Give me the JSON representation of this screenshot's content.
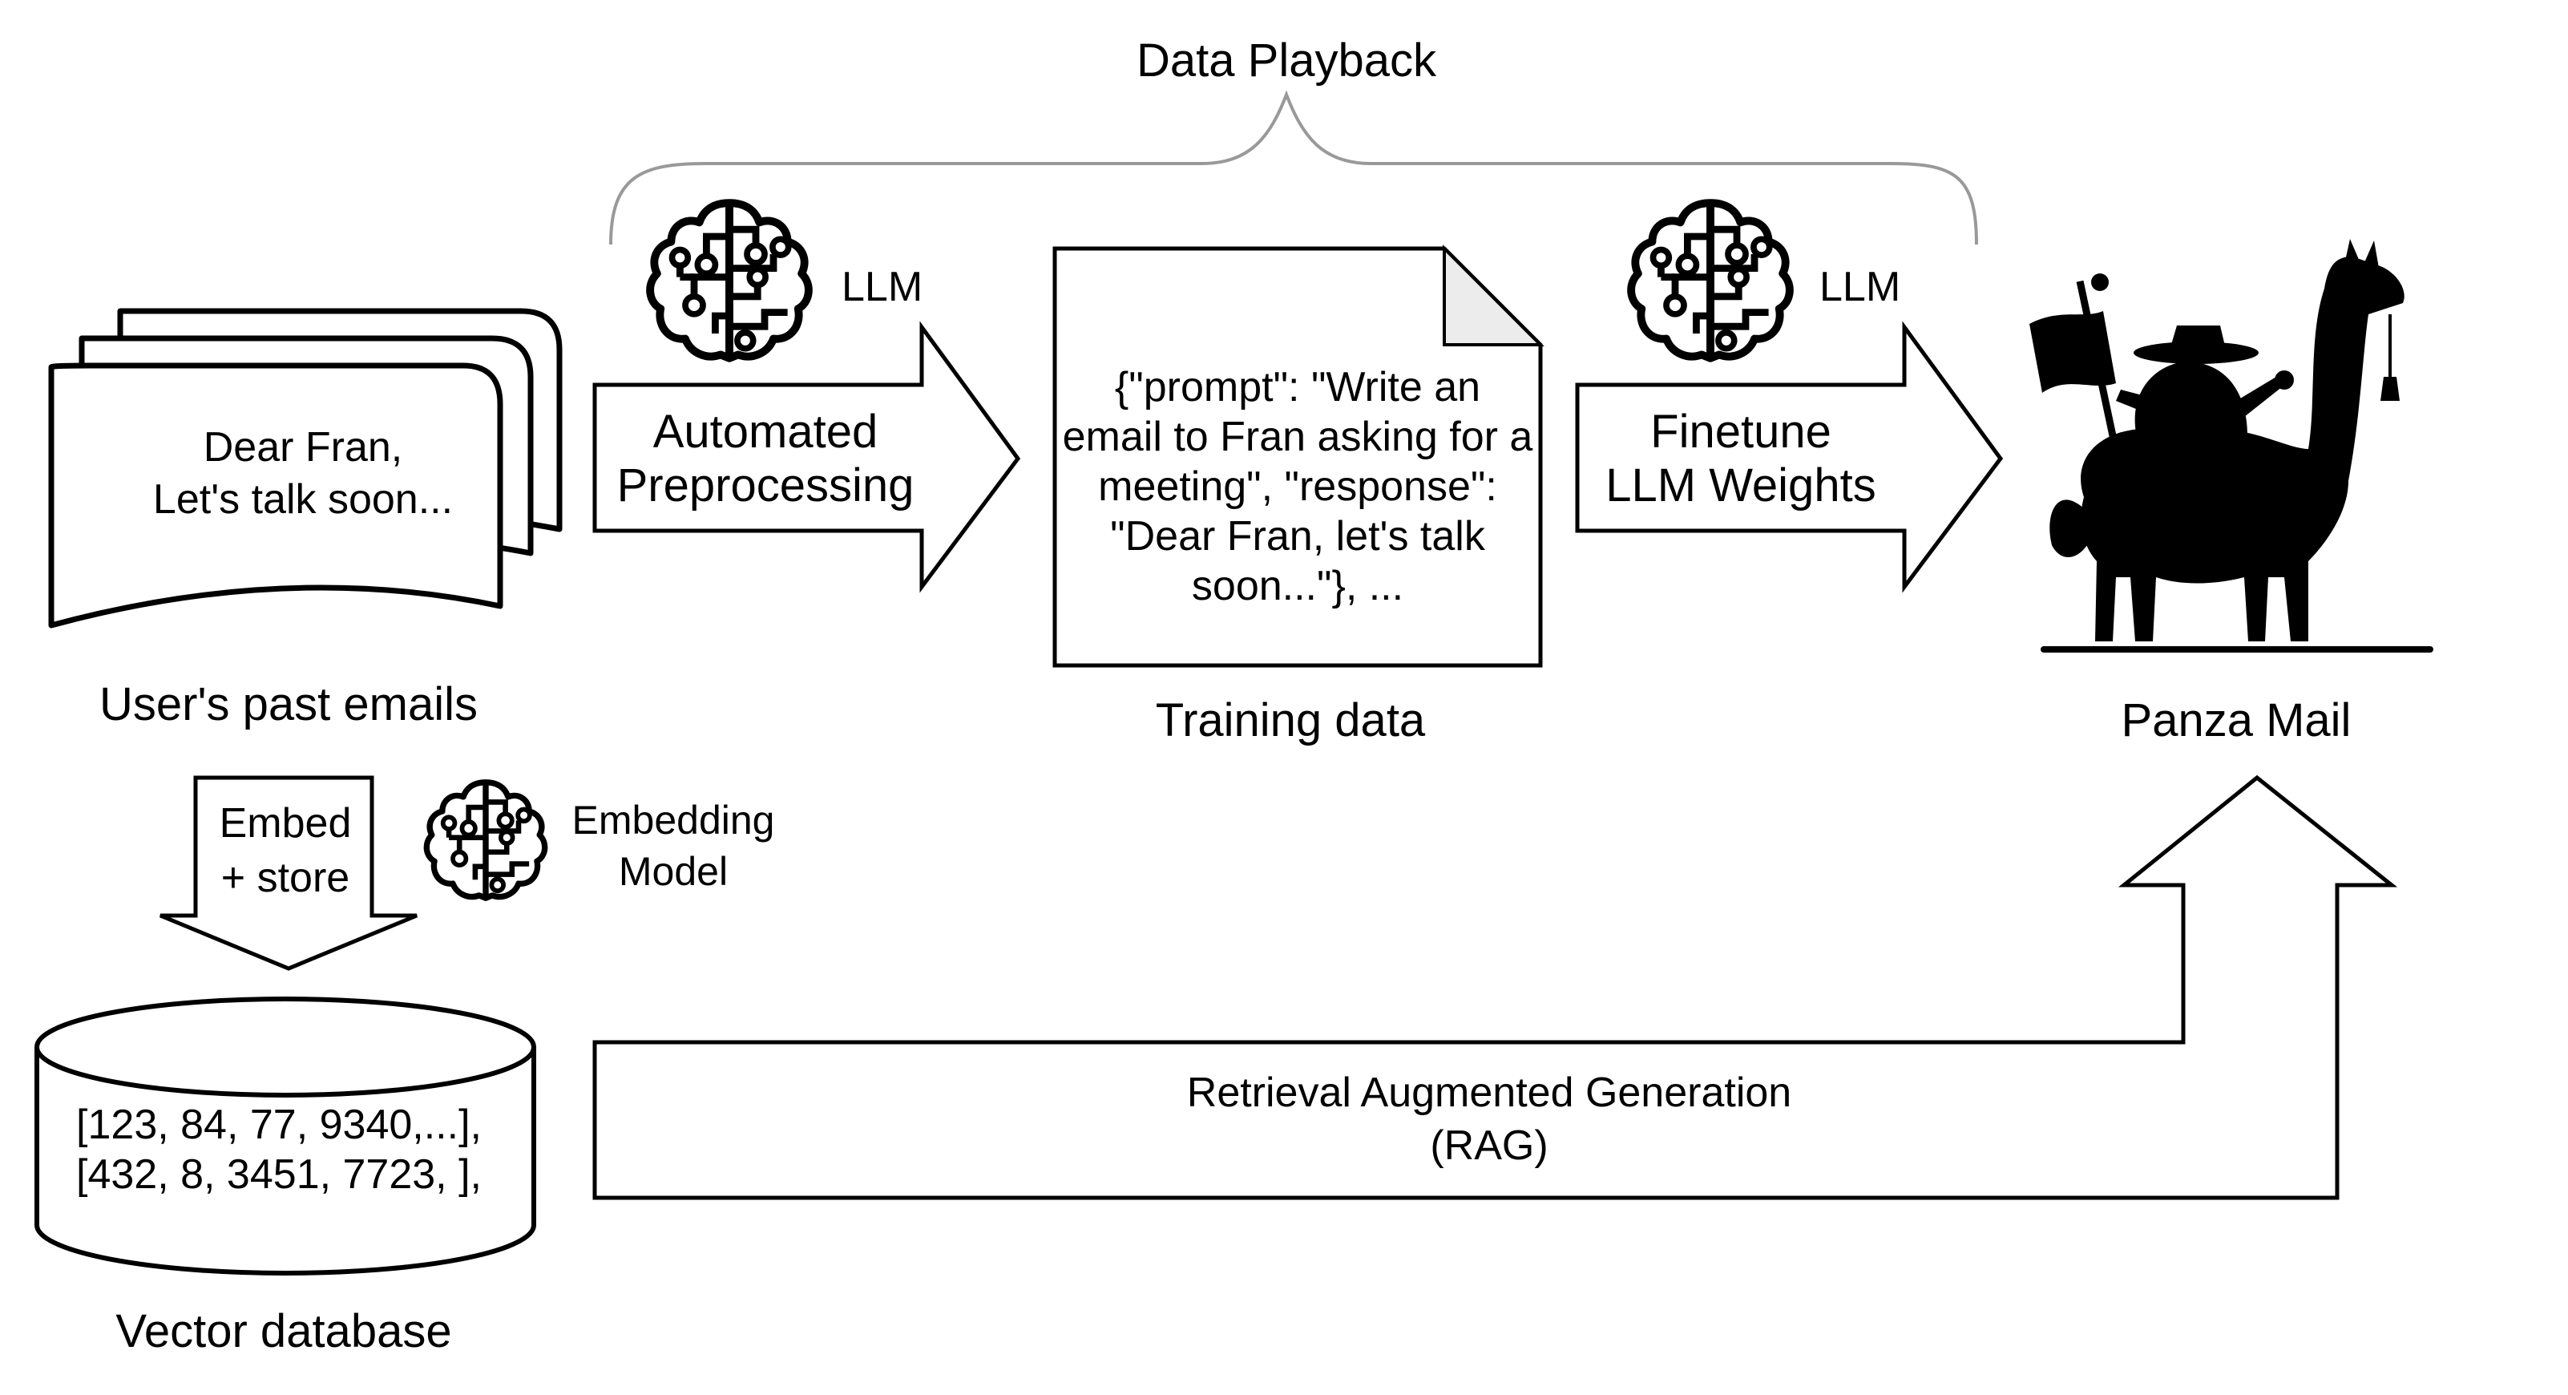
{
  "header": {
    "bracket_label": "Data Playback"
  },
  "emails": {
    "greeting": "Dear Fran,",
    "body": "Let's talk soon...",
    "caption": "User's past emails"
  },
  "preprocess": {
    "model_label": "LLM",
    "line1": "Automated",
    "line2": "Preprocessing"
  },
  "training": {
    "lines": [
      "{\"prompt\": \"Write an",
      "email to Fran asking for a",
      "meeting\", \"response\":",
      "\"Dear Fran, let's talk",
      "soon...\"}, ..."
    ],
    "caption": "Training data"
  },
  "finetune": {
    "model_label": "LLM",
    "line1": "Finetune",
    "line2": "LLM Weights"
  },
  "panza": {
    "caption": "Panza Mail"
  },
  "embed": {
    "line1": "Embed",
    "line2": "+ store",
    "model_line1": "Embedding",
    "model_line2": "Model"
  },
  "vectordb": {
    "row1": "[123, 84, 77, 9340,...],",
    "row2": "[432, 8, 3451, 7723, ],",
    "caption": "Vector database"
  },
  "rag": {
    "line1": "Retrieval Augmented Generation",
    "line2": "(RAG)"
  },
  "icons": [
    "brain-circuit-icon",
    "llama-silhouette-icon"
  ]
}
